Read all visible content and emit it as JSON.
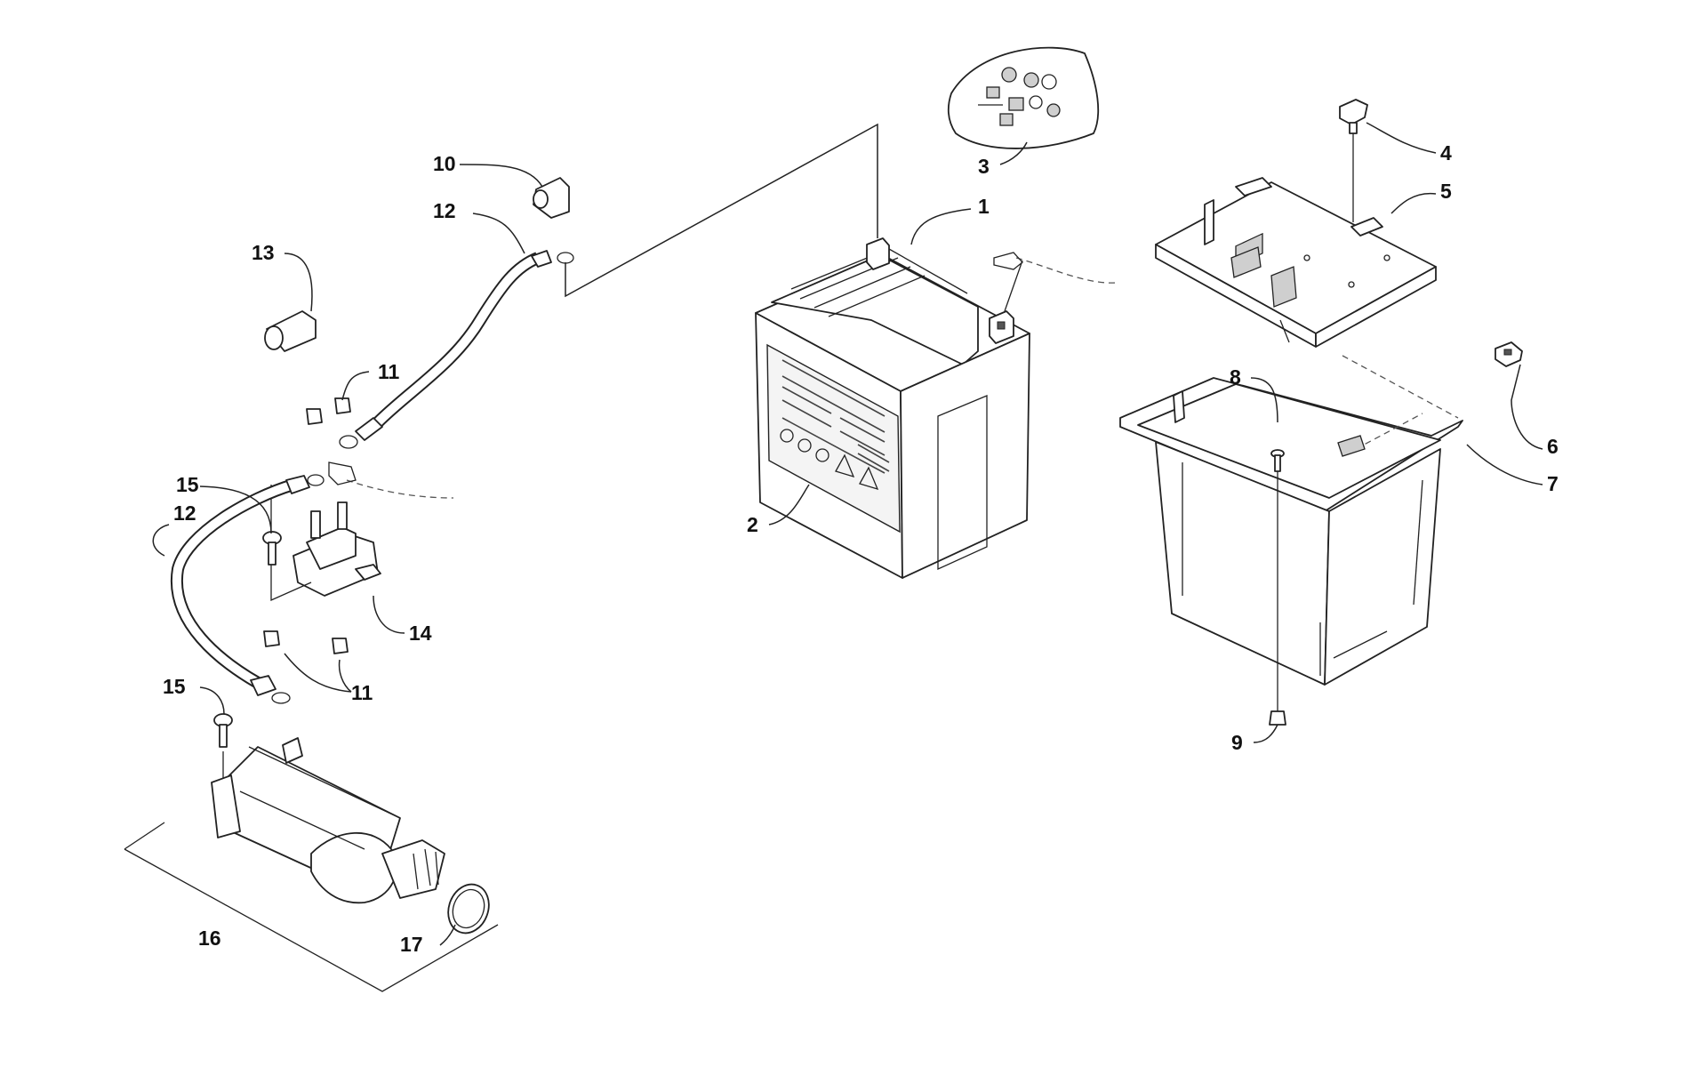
{
  "callouts": {
    "c1": "1",
    "c2": "2",
    "c3": "3",
    "c4": "4",
    "c5": "5",
    "c6": "6",
    "c7": "7",
    "c8": "8",
    "c9": "9",
    "c10": "10",
    "c11a": "11",
    "c11b": "11",
    "c12a": "12",
    "c12b": "12",
    "c13": "13",
    "c14": "14",
    "c15a": "15",
    "c15b": "15",
    "c16": "16",
    "c17": "17"
  }
}
